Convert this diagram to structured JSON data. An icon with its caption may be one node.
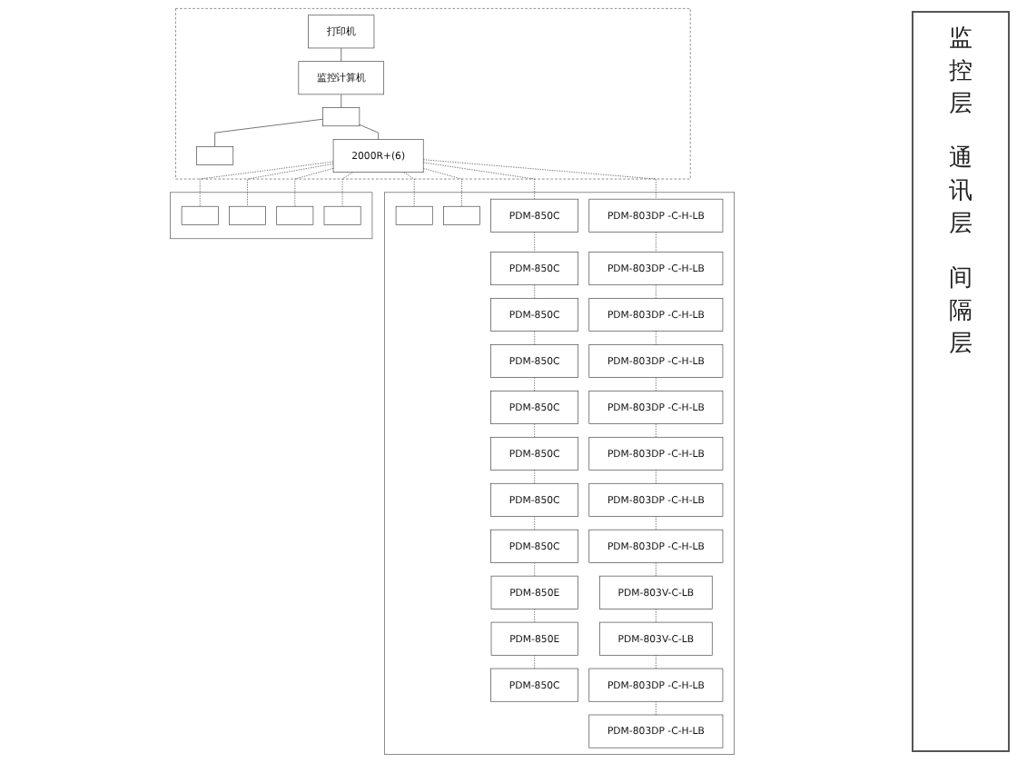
{
  "diagram": {
    "nodes": [
      {
        "text": [],
        "shape": "box"
      },
      {
        "text": [
          "打印机"
        ],
        "in": 0
      },
      {
        "text": [
          "监控计算机"
        ],
        "in": 0
      },
      {
        "text": [],
        "shape": "box",
        "in": 0
      },
      {
        "text": [],
        "shape": "box",
        "in": 0
      },
      {
        "text": [
          "2000R+(6)"
        ],
        "in": 0
      },
      {
        "text": [],
        "shape": "box"
      },
      {
        "text": [],
        "shape": "box",
        "in": 6
      },
      {
        "text": [],
        "shape": "box",
        "in": 6
      },
      {
        "text": [
          "PDM-850C"
        ],
        "in": 6
      },
      {
        "text": [
          "PDM-850C"
        ],
        "in": 6
      },
      {
        "text": [
          "PDM-850C"
        ],
        "in": 6
      },
      {
        "text": [
          "PDM-850C"
        ],
        "in": 6
      },
      {
        "text": [
          "PDM-850C"
        ],
        "in": 6
      },
      {
        "text": [
          "PDM-850C"
        ],
        "in": 6
      },
      {
        "text": [
          "PDM-850C"
        ],
        "in": 6
      },
      {
        "text": [
          "PDM-850C"
        ],
        "in": 6
      },
      {
        "text": [
          "PDM-850E"
        ],
        "in": 6
      },
      {
        "text": [
          "PDM-850E"
        ],
        "in": 6
      },
      {
        "text": [
          "PDM-850C"
        ],
        "in": 6
      },
      {
        "text": [
          "PDM-803DP -C-H-LB"
        ],
        "in": 6
      },
      {
        "text": [
          "PDM-803DP -C-H-LB"
        ],
        "in": 6
      },
      {
        "text": [
          "PDM-803DP -C-H-LB"
        ],
        "in": 6
      },
      {
        "text": [
          "PDM-803DP -C-H-LB"
        ],
        "in": 6
      },
      {
        "text": [
          "PDM-803DP -C-H-LB"
        ],
        "in": 6
      },
      {
        "text": [
          "PDM-803DP -C-H-LB"
        ],
        "in": 6
      },
      {
        "text": [
          "PDM-803DP -C-H-LB"
        ],
        "in": 6
      },
      {
        "text": [
          "PDM-803DP -C-H-LB"
        ],
        "in": 6
      },
      {
        "text": [
          "PDM-803V-C-LB"
        ],
        "in": 6
      },
      {
        "text": [
          "PDM-803V-C-LB"
        ],
        "in": 6
      },
      {
        "text": [
          "PDM-803DP -C-H-LB"
        ],
        "in": 6
      },
      {
        "text": [
          "PDM-803DP -C-H-LB"
        ],
        "in": 6
      },
      {
        "text": [],
        "shape": "box"
      },
      {
        "text": [],
        "shape": "box",
        "in": 32
      },
      {
        "text": [],
        "shape": "box",
        "in": 32
      },
      {
        "text": [],
        "shape": "box",
        "in": 32
      },
      {
        "text": [],
        "shape": "box",
        "in": 32
      }
    ],
    "edges": [
      {
        "from": 1,
        "to": 2,
        "arrow": "none"
      },
      {
        "from": 2,
        "to": 3,
        "arrow": "none"
      },
      {
        "from": 3,
        "to": 4,
        "arrow": "none"
      },
      {
        "from": 3,
        "to": 5,
        "arrow": "none"
      },
      {
        "from": 5,
        "to": 7,
        "arrow": "none",
        "style": "dashed"
      },
      {
        "from": 5,
        "to": 8,
        "arrow": "none",
        "style": "dashed"
      },
      {
        "from": 5,
        "to": 9,
        "arrow": "none",
        "style": "dashed"
      },
      {
        "from": 9,
        "to": 10,
        "arrow": "none",
        "style": "dashed"
      },
      {
        "from": 10,
        "to": 11,
        "arrow": "none",
        "style": "dashed"
      },
      {
        "from": 11,
        "to": 12,
        "arrow": "none",
        "style": "dashed"
      },
      {
        "from": 12,
        "to": 13,
        "arrow": "none",
        "style": "dashed"
      },
      {
        "from": 13,
        "to": 14,
        "arrow": "none",
        "style": "dashed"
      },
      {
        "from": 14,
        "to": 15,
        "arrow": "none",
        "style": "dashed"
      },
      {
        "from": 15,
        "to": 16,
        "arrow": "none",
        "style": "dashed"
      },
      {
        "from": 16,
        "to": 17,
        "arrow": "none",
        "style": "dashed"
      },
      {
        "from": 17,
        "to": 18,
        "arrow": "none",
        "style": "dashed"
      },
      {
        "from": 18,
        "to": 19,
        "arrow": "none",
        "style": "dashed"
      },
      {
        "from": 5,
        "to": 20,
        "arrow": "none",
        "style": "dashed"
      },
      {
        "from": 20,
        "to": 21,
        "arrow": "none",
        "style": "dashed"
      },
      {
        "from": 21,
        "to": 22,
        "arrow": "none",
        "style": "dashed"
      },
      {
        "from": 22,
        "to": 23,
        "arrow": "none",
        "style": "dashed"
      },
      {
        "from": 23,
        "to": 24,
        "arrow": "none",
        "style": "dashed"
      },
      {
        "from": 24,
        "to": 25,
        "arrow": "none",
        "style": "dashed"
      },
      {
        "from": 25,
        "to": 26,
        "arrow": "none",
        "style": "dashed"
      },
      {
        "from": 26,
        "to": 27,
        "arrow": "none",
        "style": "dashed"
      },
      {
        "from": 27,
        "to": 28,
        "arrow": "none",
        "style": "dashed"
      },
      {
        "from": 28,
        "to": 29,
        "arrow": "none",
        "style": "dashed"
      },
      {
        "from": 29,
        "to": 30,
        "arrow": "none",
        "style": "dashed"
      },
      {
        "from": 30,
        "to": 31,
        "arrow": "none",
        "style": "dashed"
      },
      {
        "from": 5,
        "to": 33,
        "arrow": "none",
        "style": "dashed"
      },
      {
        "from": 5,
        "to": 34,
        "arrow": "none",
        "style": "dashed"
      },
      {
        "from": 5,
        "to": 35,
        "arrow": "none",
        "style": "dashed"
      },
      {
        "from": 5,
        "to": 36,
        "arrow": "none",
        "style": "dashed"
      }
    ],
    "labels": [
      "监控层",
      "通讯层",
      "间隔层"
    ]
  }
}
